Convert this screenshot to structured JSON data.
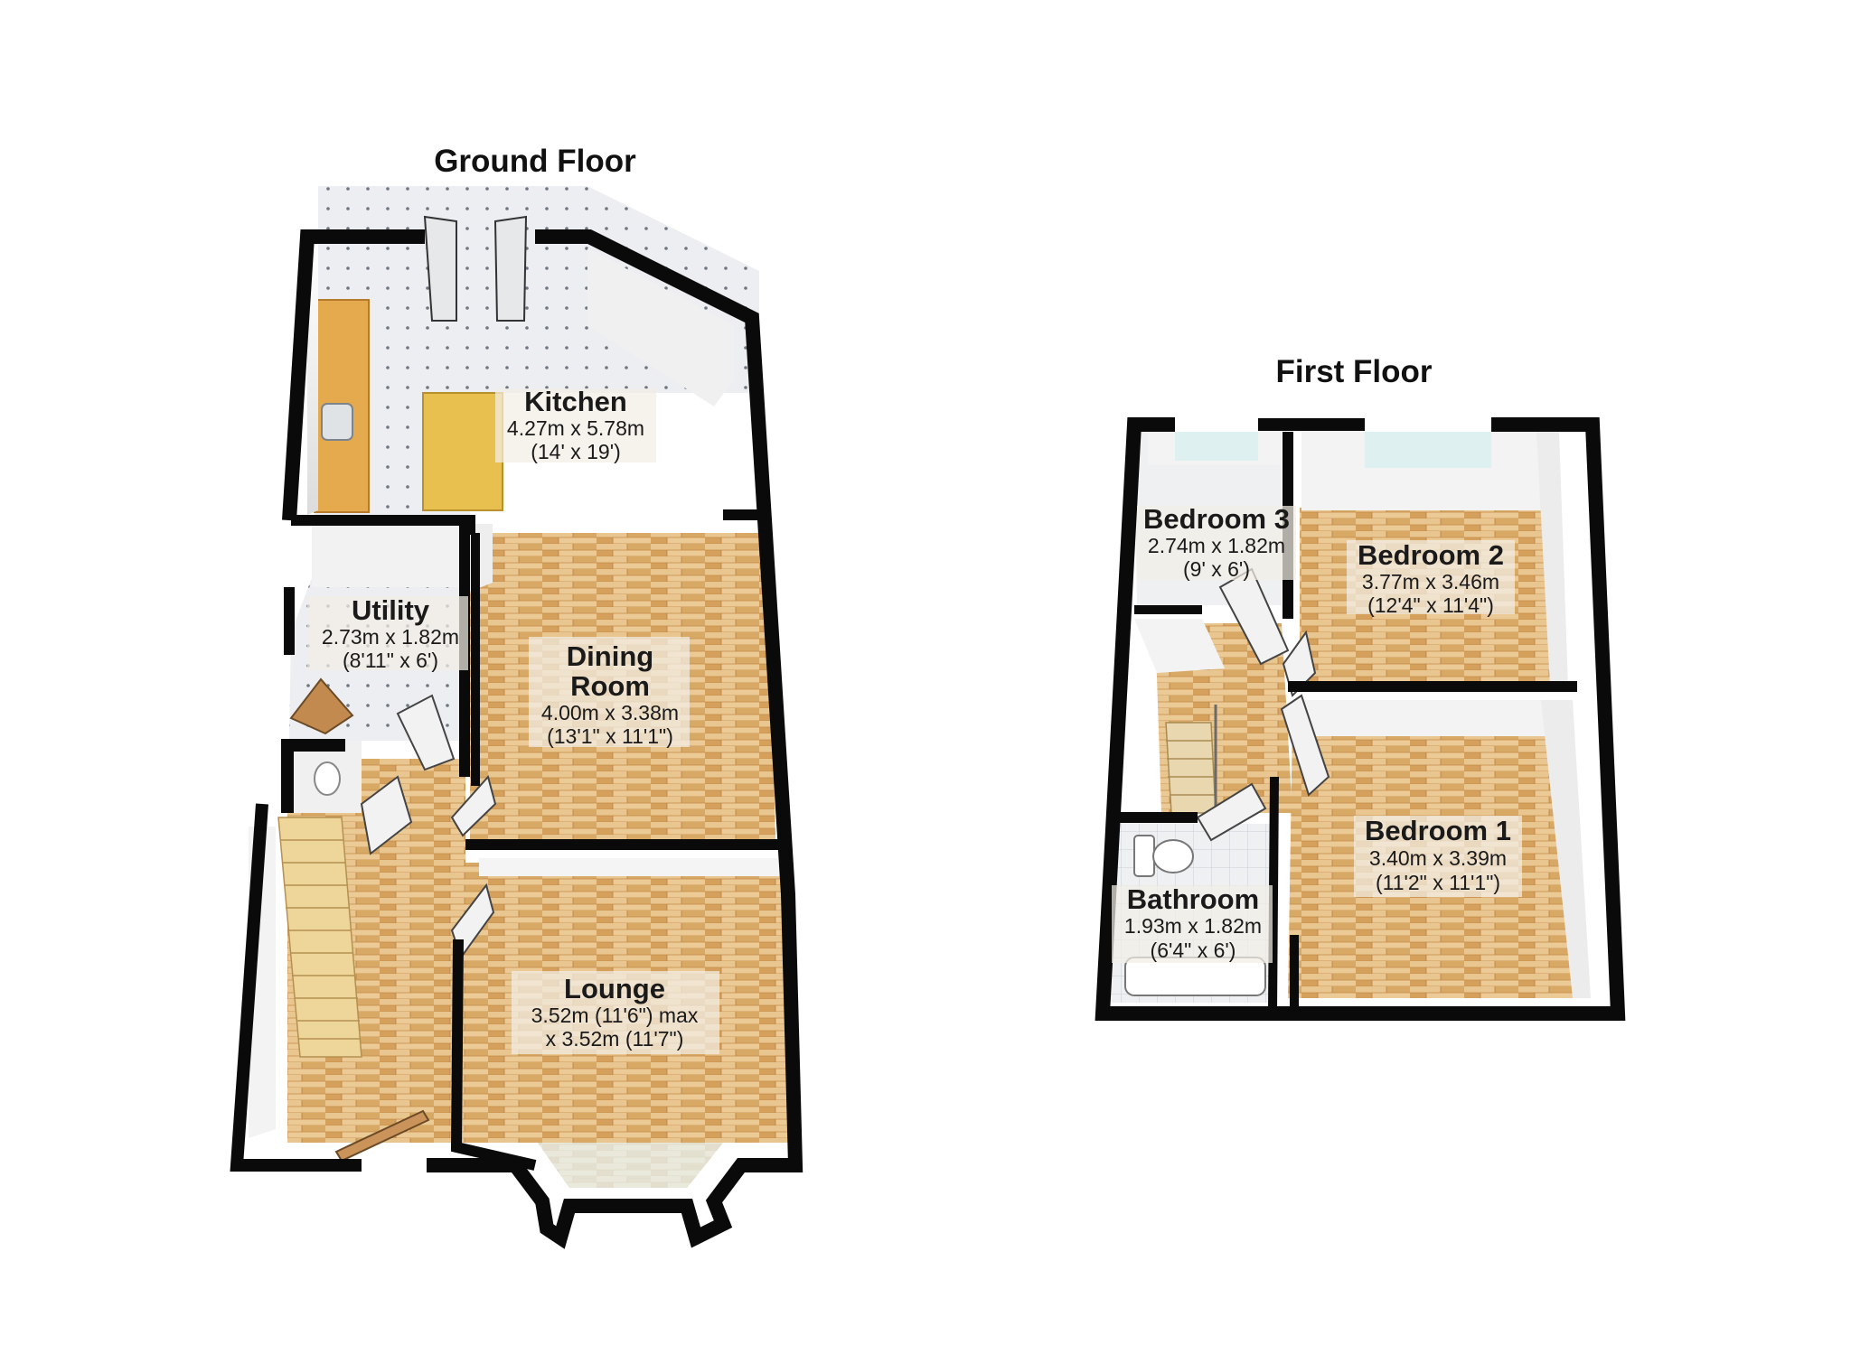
{
  "floors": {
    "ground": {
      "title": "Ground Floor",
      "rooms": {
        "kitchen": {
          "name": "Kitchen",
          "dims": [
            "4.27m x 5.78m",
            "(14' x 19')"
          ]
        },
        "utility": {
          "name": "Utility",
          "dims": [
            "2.73m x 1.82m",
            "(8'11\" x 6')"
          ]
        },
        "dining": {
          "name": [
            "Dining",
            "Room"
          ],
          "dims": [
            "4.00m x 3.38m",
            "(13'1\" x 11'1\")"
          ]
        },
        "lounge": {
          "name": "Lounge",
          "dims": [
            "3.52m (11'6\") max",
            "x 3.52m (11'7\")"
          ]
        }
      }
    },
    "first": {
      "title": "First Floor",
      "rooms": {
        "bedroom3": {
          "name": "Bedroom 3",
          "dims": [
            "2.74m x 1.82m",
            "(9' x 6')"
          ]
        },
        "bedroom2": {
          "name": "Bedroom 2",
          "dims": [
            "3.77m x 3.46m",
            "(12'4\" x 11'4\")"
          ]
        },
        "bedroom1": {
          "name": "Bedroom 1",
          "dims": [
            "3.40m x 3.39m",
            "(11'2\" x 11'1\")"
          ]
        },
        "bathroom": {
          "name": "Bathroom",
          "dims": [
            "1.93m x 1.82m",
            "(6'4\" x 6')"
          ]
        }
      }
    }
  },
  "colors": {
    "wall": "#0a0a0a",
    "wall_inner": "#f4f4f4",
    "wood_light": "#e9c58f",
    "wood_dark": "#c9954f",
    "tile": "#e9ebee",
    "counter": "#e5a94e",
    "stair": "#eed59a",
    "window": "#d8ecec"
  }
}
